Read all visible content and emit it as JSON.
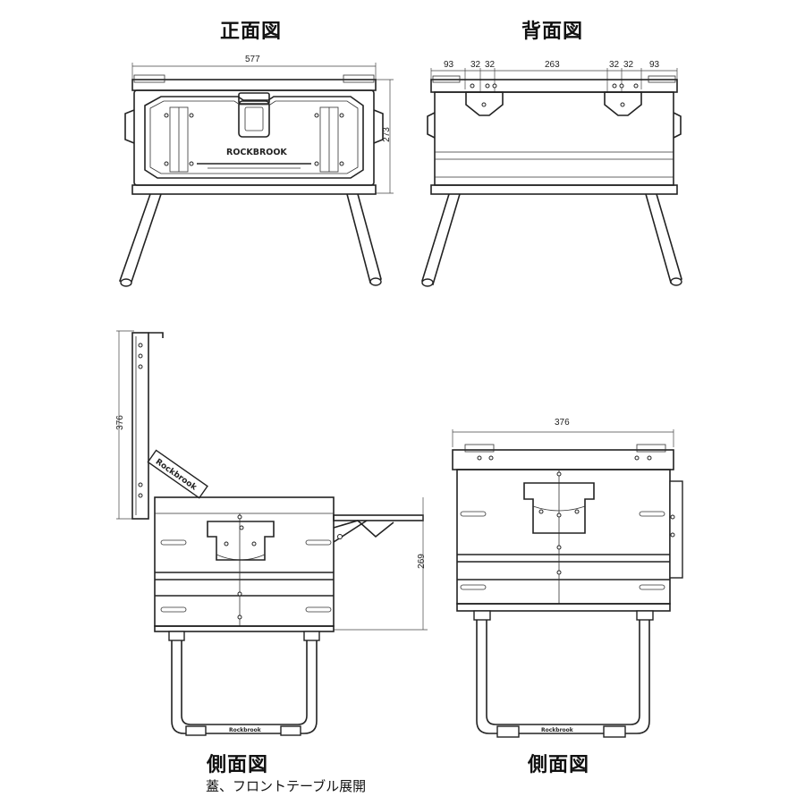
{
  "views": {
    "front": {
      "title": "正面図",
      "width_dim": "577",
      "height_dim": "273",
      "brand": "ROCKBROOK"
    },
    "back": {
      "title": "背面図",
      "dims": [
        "93",
        "32",
        "32",
        "263",
        "32",
        "32",
        "93"
      ]
    },
    "side_open": {
      "title": "側面図",
      "subtitle": "蓋、フロントテーブル展開",
      "lid_dim": "376",
      "height_dim": "269",
      "brand": "Rockbrook"
    },
    "side": {
      "title": "側面図",
      "width_dim": "376",
      "brand": "Rockbrook"
    }
  }
}
